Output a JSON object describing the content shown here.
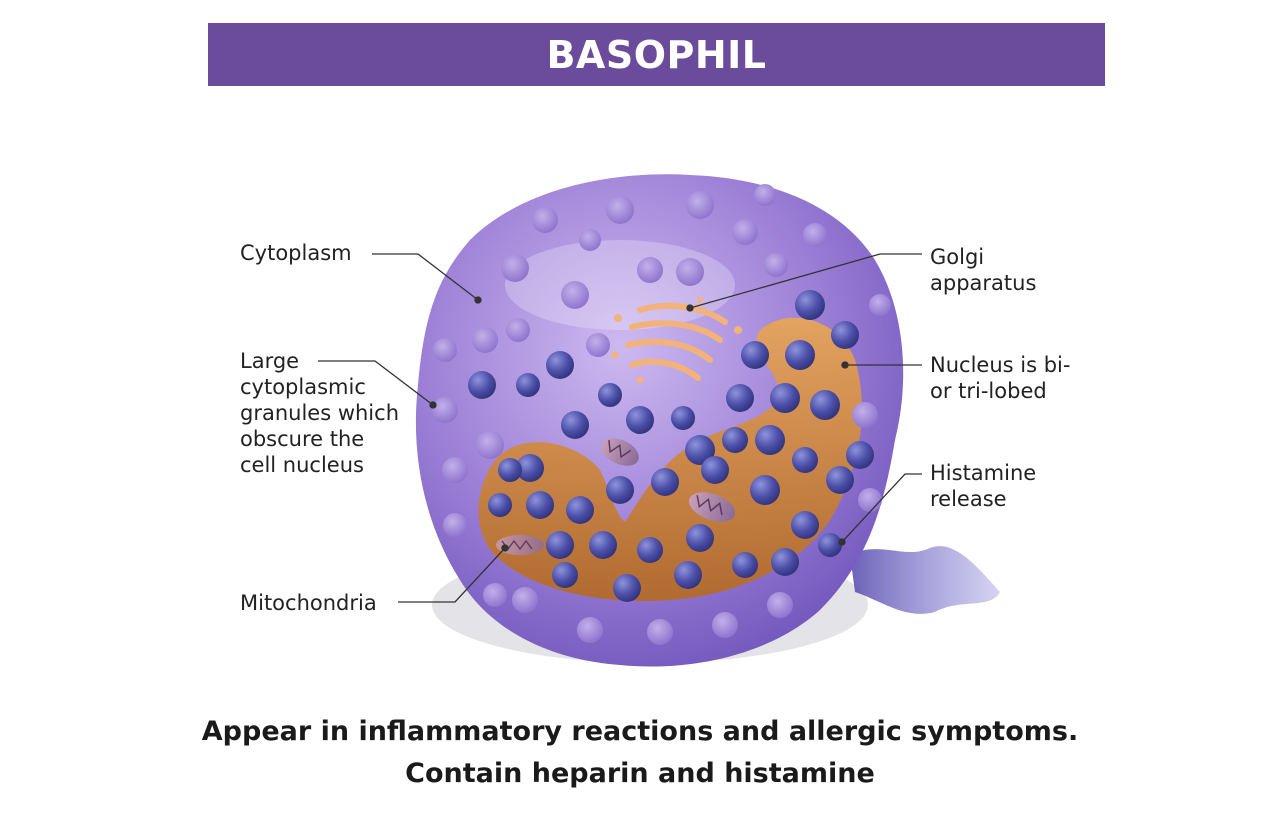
{
  "title": "BASOPHIL",
  "colors": {
    "banner": "#6a4b9c",
    "cytoplasm": "#9a7fd3",
    "granule": "#4b4fa8",
    "nucleus": "#d08a3c",
    "golgi": "#f2b27a"
  },
  "labels": {
    "cytoplasm": "Cytoplasm",
    "granules": [
      "Large",
      "cytoplasmic",
      "granules which",
      "obscure the",
      "cell nucleus"
    ],
    "mitochondria": "Mitochondria",
    "golgi": [
      "Golgi",
      "apparatus"
    ],
    "nucleus": [
      "Nucleus is bi-",
      "or tri-lobed"
    ],
    "histamine": [
      "Histamine",
      "release"
    ]
  },
  "caption": {
    "line1": "Appear in inflammatory reactions and allergic symptoms.",
    "line2": "Contain heparin and histamine"
  }
}
